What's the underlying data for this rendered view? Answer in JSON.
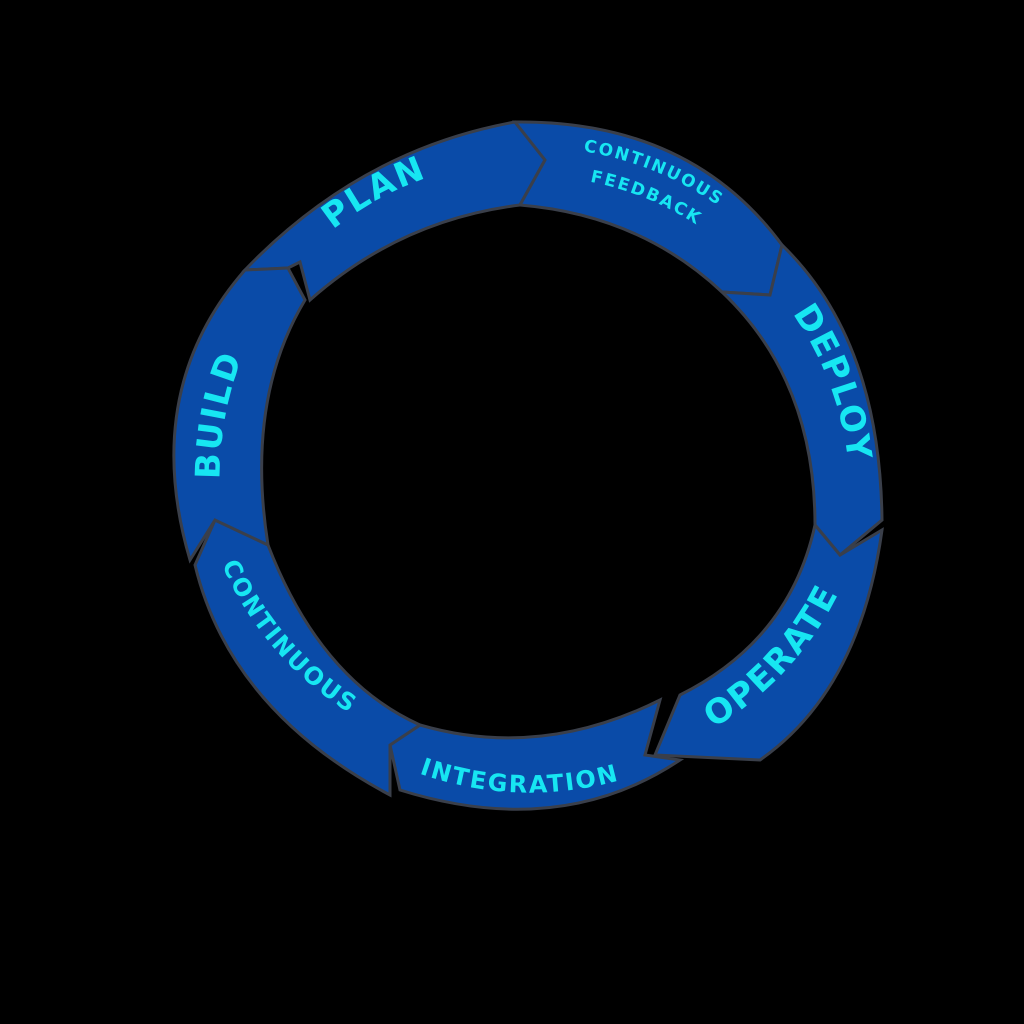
{
  "diagram": {
    "type": "devops-lifecycle-ring",
    "colors": {
      "background": "#000000",
      "segment_fill": "#0a4ba8",
      "segment_gap": "#3a3f4a",
      "label": "#17e6f2"
    },
    "segments": [
      {
        "id": "plan",
        "label": "PLAN"
      },
      {
        "id": "continuous-feedback",
        "label_line1": "CONTINUOUS",
        "label_line2": "FEEDBACK"
      },
      {
        "id": "deploy",
        "label": "DEPLOY"
      },
      {
        "id": "operate",
        "label": "OPERATE"
      },
      {
        "id": "integration",
        "label": "INTEGRATION"
      },
      {
        "id": "continuous",
        "label": "CONTINUOUS"
      },
      {
        "id": "build",
        "label": "BUILD"
      }
    ]
  }
}
